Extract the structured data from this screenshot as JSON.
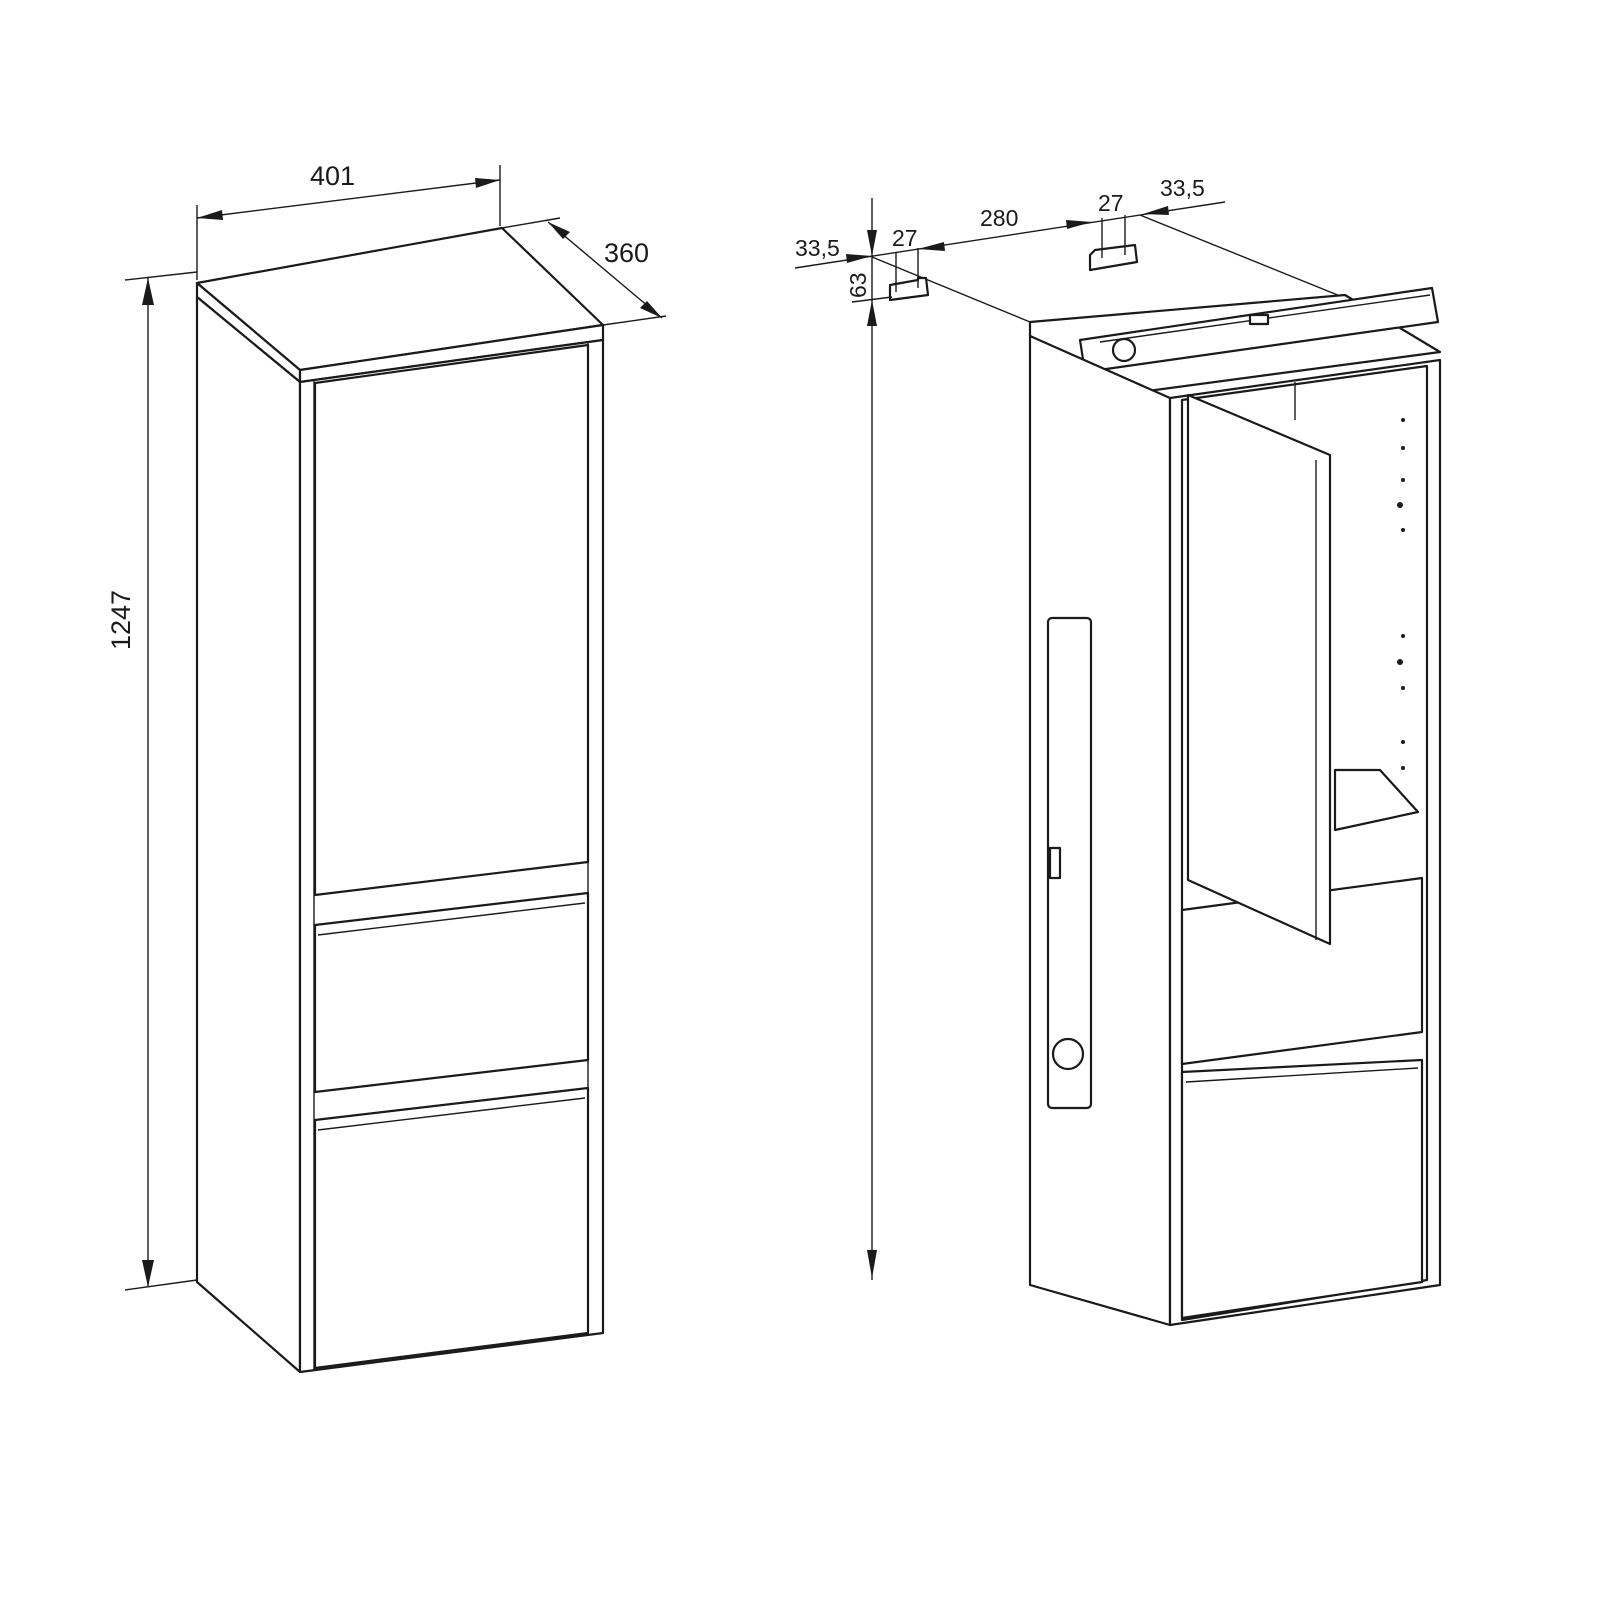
{
  "left_view": {
    "width": "401",
    "depth": "360",
    "height": "1247"
  },
  "right_view": {
    "offset_left": "33,5",
    "bracket_left": "27",
    "bracket_spacing": "280",
    "bracket_right": "27",
    "offset_right": "33,5",
    "bracket_height": "63"
  }
}
